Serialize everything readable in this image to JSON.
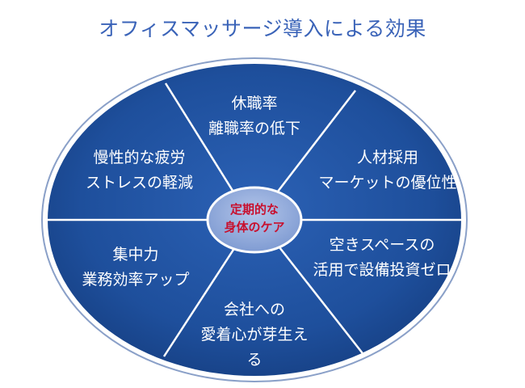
{
  "title": "オフィスマッサージ導入による効果",
  "center": {
    "line1": "定期的な",
    "line2": "身体のケア"
  },
  "segments": [
    {
      "line1": "休職率",
      "line2": "離職率の低下"
    },
    {
      "line1": "人材採用",
      "line2": "マーケットの優位性"
    },
    {
      "line1": "空きスペースの",
      "line2": "活用で設備投資ゼロ"
    },
    {
      "line1": "会社への",
      "line2": "愛着心が芽生え",
      "line3": "る"
    },
    {
      "line1": "集中力",
      "line2": "業務効率アップ"
    },
    {
      "line1": "慢性的な疲労",
      "line2": "ストレスの軽減"
    }
  ],
  "colors": {
    "title": "#3a63b8",
    "segment_fill": "#1e4f9c",
    "segment_divider": "#ffffff",
    "center_fill": "#8ea7d8",
    "center_text": "#c8102e"
  }
}
